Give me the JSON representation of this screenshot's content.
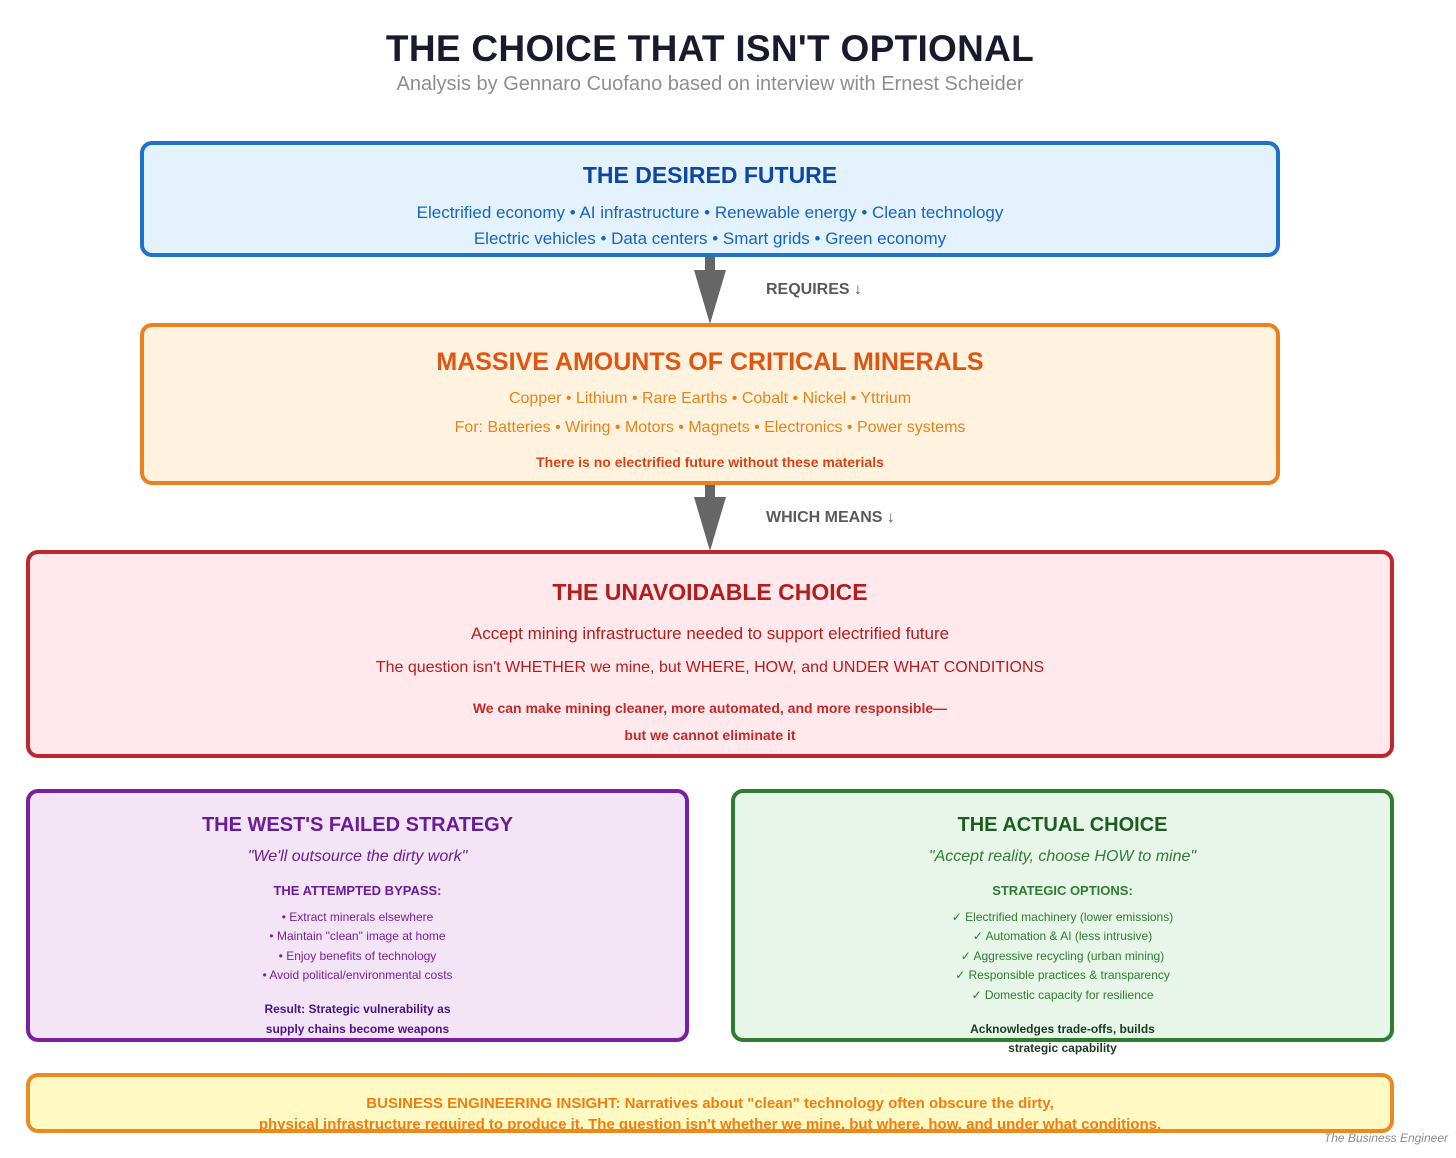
{
  "header": {
    "title": "THE CHOICE THAT ISN'T OPTIONAL",
    "subtitle": "Analysis by Gennaro Cuofano based on interview with Ernest Scheider"
  },
  "desired_future": {
    "title": "THE DESIRED FUTURE",
    "line1": "Electrified economy • AI infrastructure • Renewable energy • Clean technology",
    "line2": "Electric vehicles • Data centers • Smart grids • Green economy"
  },
  "arrows": {
    "requires": "REQUIRES ↓",
    "which_means": "WHICH MEANS ↓"
  },
  "minerals": {
    "title": "MASSIVE AMOUNTS OF CRITICAL MINERALS",
    "line1": "Copper • Lithium • Rare Earths • Cobalt • Nickel • Yttrium",
    "line2": "For: Batteries • Wiring • Motors • Magnets • Electronics • Power systems",
    "note": "There is no electrified future without these materials"
  },
  "unavoidable": {
    "title": "THE UNAVOIDABLE CHOICE",
    "line1": "Accept mining infrastructure needed to support electrified future",
    "line2": "The question isn't WHETHER we mine, but WHERE, HOW, and UNDER WHAT CONDITIONS",
    "note1": "We can make mining cleaner, more automated, and more responsible—",
    "note2": "but we cannot eliminate it"
  },
  "west": {
    "title": "THE WEST'S FAILED STRATEGY",
    "quote": "\"We'll outsource the dirty work\"",
    "subhead": "THE ATTEMPTED BYPASS:",
    "items": [
      "• Extract minerals elsewhere",
      "• Maintain \"clean\" image at home",
      "• Enjoy benefits of technology",
      "• Avoid political/environmental costs"
    ],
    "result1": "Result: Strategic vulnerability as",
    "result2": "supply chains become weapons"
  },
  "actual": {
    "title": "THE ACTUAL CHOICE",
    "quote": "\"Accept reality, choose HOW to mine\"",
    "subhead": "STRATEGIC OPTIONS:",
    "items": [
      "✓ Electrified machinery (lower emissions)",
      "✓ Automation & AI (less intrusive)",
      "✓ Aggressive recycling (urban mining)",
      "✓ Responsible practices & transparency",
      "✓ Domestic capacity for resilience"
    ],
    "result1": "Acknowledges trade-offs, builds",
    "result2": "strategic capability"
  },
  "insight": {
    "line1": "BUSINESS ENGINEERING INSIGHT: Narratives about \"clean\" technology often obscure the dirty,",
    "line2": "physical infrastructure required to produce it. The question isn't whether we mine, but where, how, and under what conditions."
  },
  "footer": {
    "credit": "The Business Engineer"
  },
  "colors": {
    "blue": "#1e73c9",
    "orange": "#ec7f1f",
    "red": "#c0262d",
    "purple": "#7b1fa2",
    "green": "#2e7d32",
    "arrow": "#666666"
  }
}
